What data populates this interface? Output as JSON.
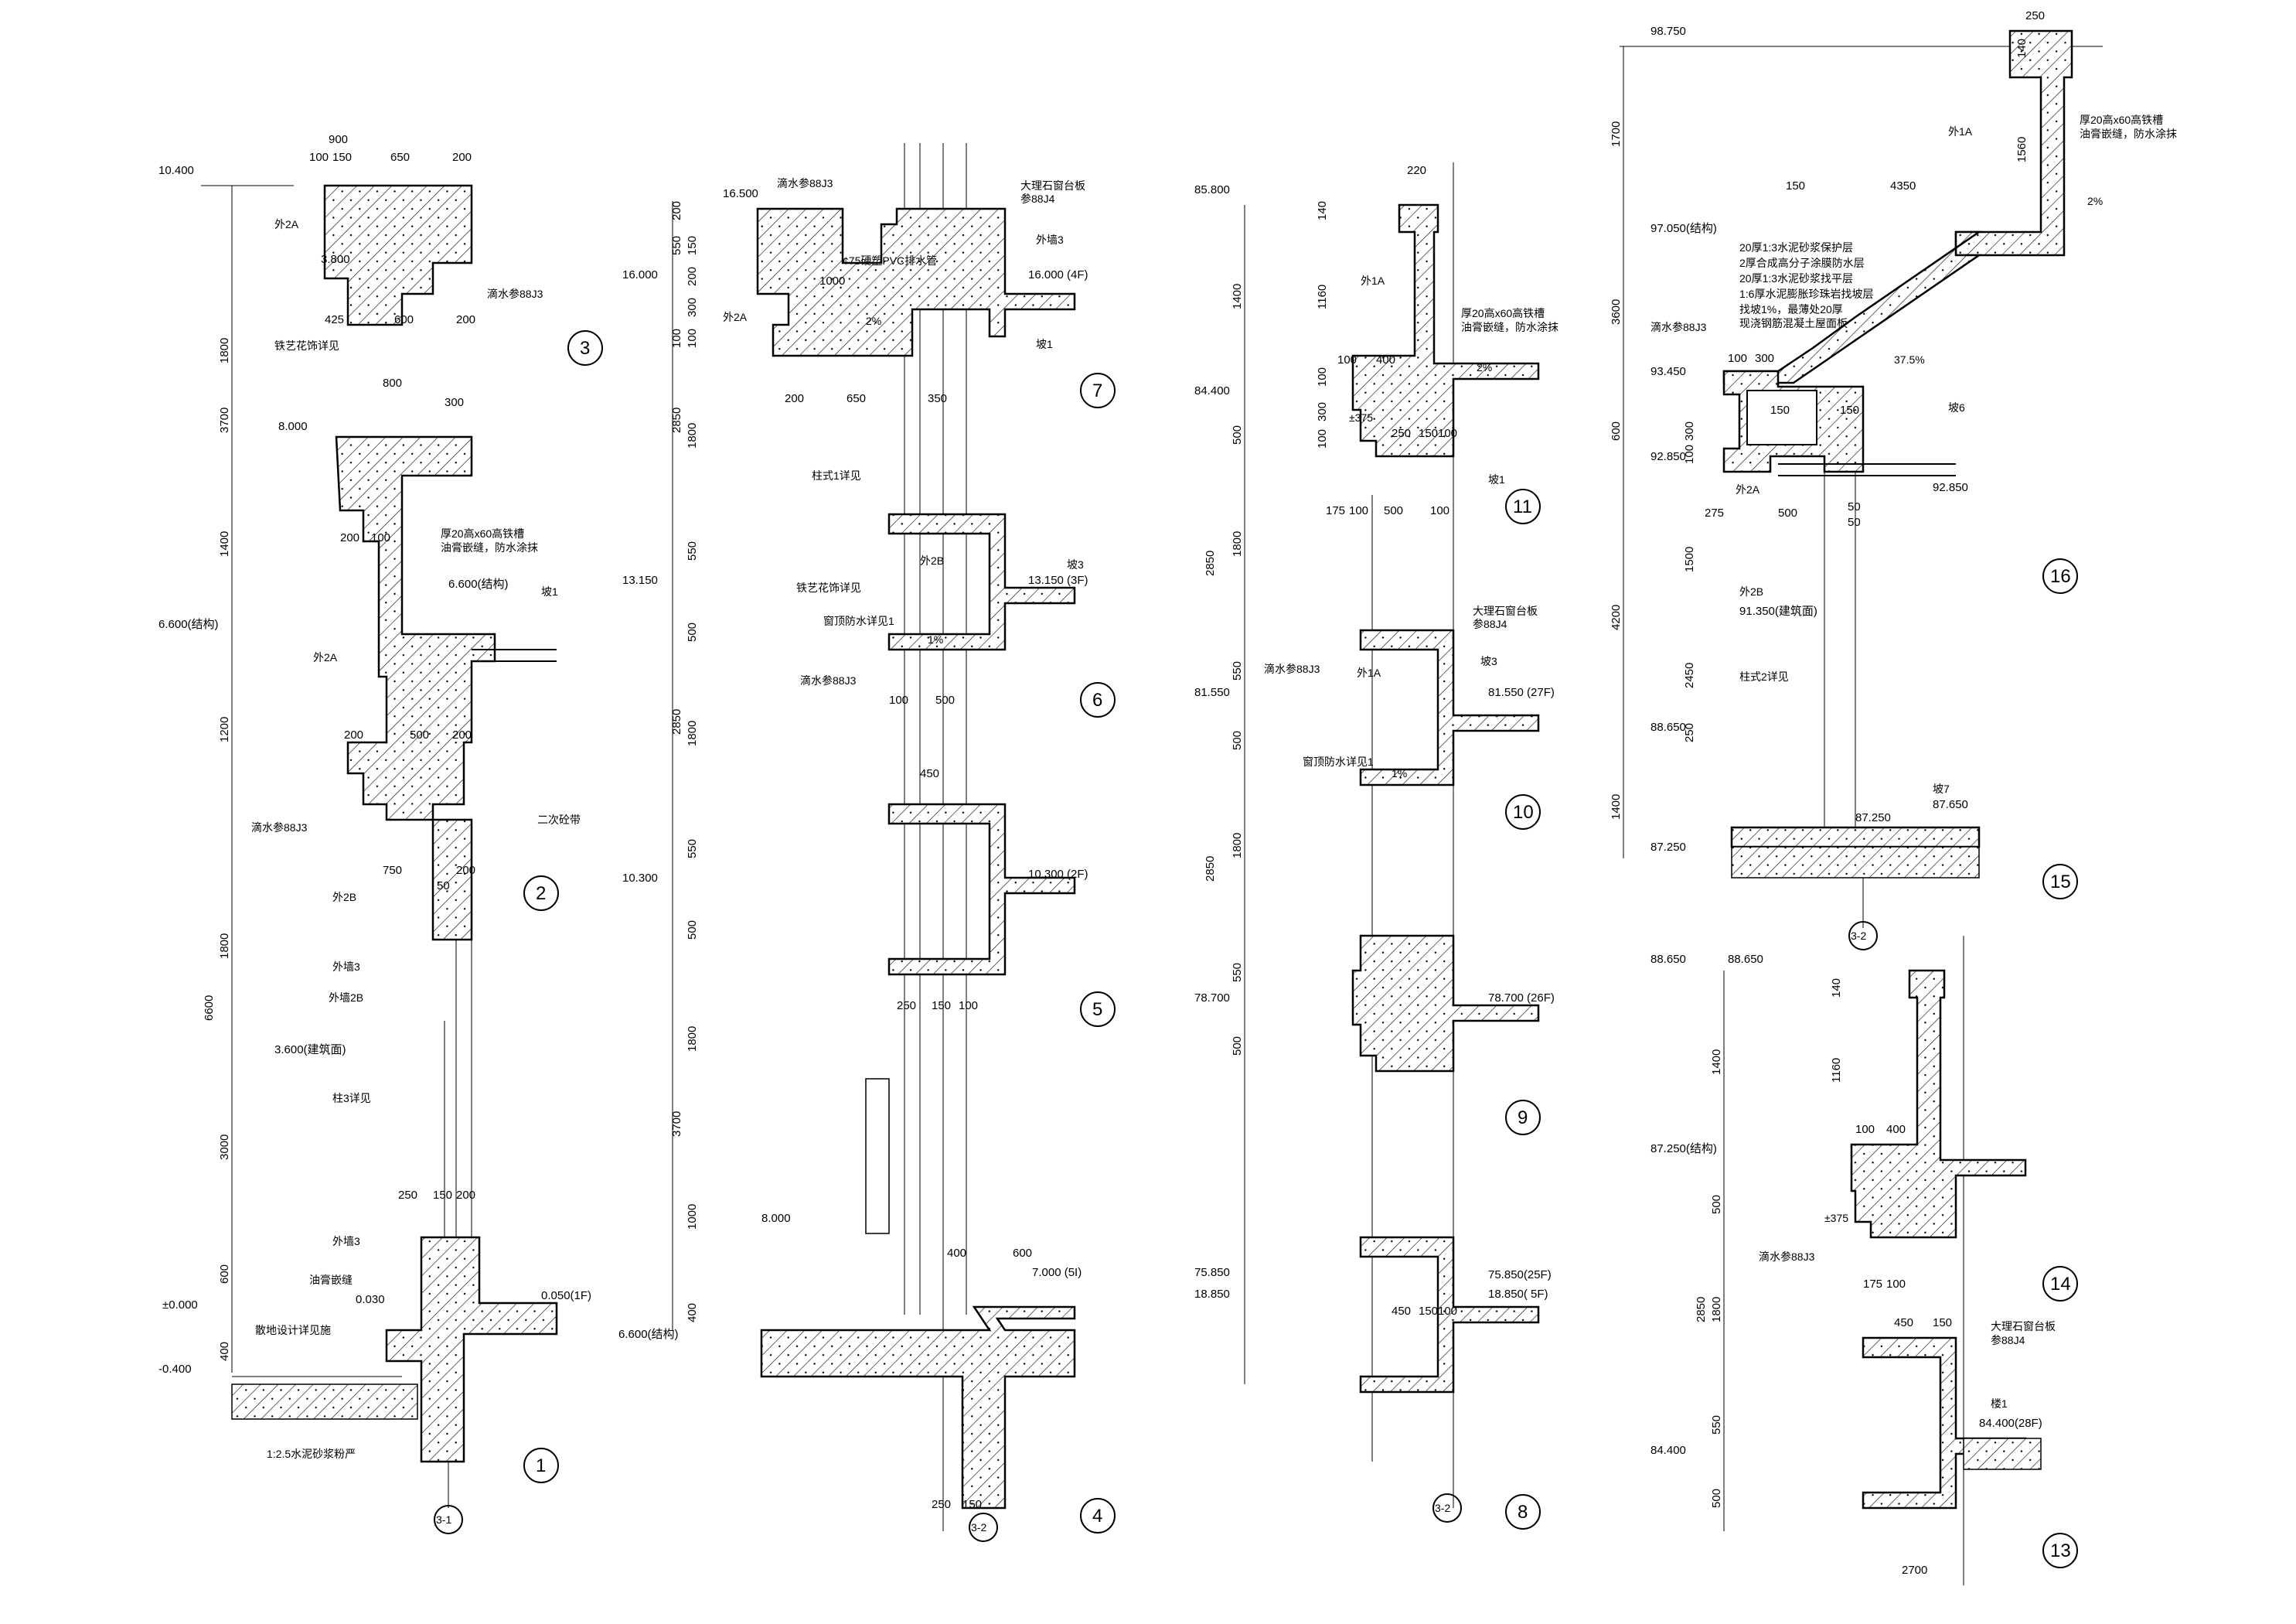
{
  "drawing": {
    "columns": [
      {
        "axis_tag": "3-1",
        "levels": [
          "10.400",
          "8.000",
          "6.600(结构)",
          "3.600(建筑面)",
          "±0.000",
          "-0.400",
          "0.030",
          "0.050(1F)",
          "3.800",
          "6.600(结构)"
        ],
        "dims_vertical": [
          "3700",
          "1800",
          "1400",
          "1200",
          "6600",
          "1800",
          "3000",
          "600",
          "400",
          "200",
          "100",
          "300",
          "400",
          "200",
          "200",
          "100"
        ],
        "dims_horizontal": [
          "900",
          "100",
          "150",
          "650",
          "200",
          "425",
          "600",
          "200",
          "800",
          "300",
          "200",
          "100",
          "200",
          "500",
          "200",
          "750",
          "50",
          "200",
          "250",
          "150",
          "200"
        ],
        "labels": [
          "外2A",
          "铁艺花饰详见",
          "外2A",
          "滴水参88J3",
          "外2B",
          "外墙3",
          "外墙2B",
          "外墙3",
          "柱3详见",
          "油膏嵌缝",
          "散地设计详见施",
          "1:2.5水泥砂浆粉严",
          "二次砼带",
          "厚20高x60高铁槽",
          "油膏嵌缝，防水涂抹",
          "坡1",
          "滴水参88J3"
        ],
        "details": [
          "3",
          "2",
          "1"
        ]
      },
      {
        "axis_tag": "3-2",
        "levels": [
          "16.500",
          "16.000",
          "13.150",
          "10.300",
          "8.000",
          "6.600(结构)",
          "16.000 (4F)",
          "13.150 (3F)",
          "10.300 (2F)",
          "7.000 (5I)"
        ],
        "dims_vertical": [
          "550",
          "200",
          "150",
          "200",
          "300",
          "100",
          "100",
          "2850",
          "1800",
          "550",
          "500",
          "2850",
          "1800",
          "550",
          "500",
          "3700",
          "1800",
          "1000",
          "400"
        ],
        "dims_horizontal": [
          "200",
          "650",
          "350",
          "1000",
          "450",
          "100",
          "500",
          "250",
          "150",
          "100",
          "400",
          "600",
          "250",
          "150"
        ],
        "labels": [
          "滴水参88J3",
          "大理石窗台板",
          "参88J4",
          "外墙3",
          "¢75硬塑PVC排水管",
          "2%",
          "外2A",
          "柱式1详见",
          "外2B",
          "铁艺花饰详见",
          "窗顶防水详见1",
          "1%",
          "滴水参88J3",
          "坡3",
          "坡1"
        ],
        "details": [
          "7",
          "6",
          "5",
          "4"
        ]
      },
      {
        "axis_tag": "3-2",
        "levels": [
          "85.800",
          "84.400",
          "81.550",
          "78.700",
          "75.850",
          "18.850",
          "81.550 (27F)",
          "78.700 (26F)",
          "75.850(25F)",
          "18.850( 5F)"
        ],
        "dims_vertical": [
          "140",
          "1400",
          "1160",
          "100",
          "300",
          "100",
          "500",
          "2850",
          "1800",
          "550",
          "500",
          "2850",
          "1800",
          "550",
          "500"
        ],
        "dims_horizontal": [
          "220",
          "100",
          "400",
          "250",
          "150",
          "100",
          "175",
          "100",
          "500",
          "100",
          "450",
          "150",
          "100"
        ],
        "labels": [
          "外1A",
          "厚20高x60高铁槽",
          "油膏嵌缝，防水涂抹",
          "2%",
          "±375",
          "大理石窗台板",
          "参88J4",
          "滴水参88J3",
          "外1A",
          "窗顶防水详见1",
          "1%",
          "坡3",
          "坡1"
        ],
        "details": [
          "11",
          "10",
          "9",
          "8"
        ]
      },
      {
        "axis_tag": "3-2",
        "levels": [
          "98.750",
          "97.050(结构)",
          "93.450",
          "92.850",
          "91.350(建筑面)",
          "88.650",
          "87.250",
          "87.650",
          "92.850",
          "87.250",
          "88.650",
          "88.650",
          "87.250(结构)",
          "84.400",
          "84.400(28F)"
        ],
        "dims_vertical": [
          "140",
          "1700",
          "1560",
          "3600",
          "600",
          "4200",
          "100",
          "300",
          "1500",
          "2450",
          "250",
          "1400",
          "140",
          "1400",
          "1160",
          "500",
          "2850",
          "1800",
          "550",
          "500"
        ],
        "dims_horizontal": [
          "250",
          "150",
          "4350",
          "100",
          "300",
          "150",
          "150",
          "275",
          "500",
          "50",
          "50",
          "100",
          "400",
          "175",
          "100",
          "450",
          "150",
          "2700"
        ],
        "labels": [
          "外1A",
          "厚20高x60高铁槽",
          "油膏嵌缝，防水涂抹",
          "2%",
          "20厚1:3水泥砂浆保护层",
          "2厚合成高分子涂膜防水层",
          "20厚1:3水泥砂浆找平层",
          "1:6厚水泥膨胀珍珠岩找坡层",
          "找坡1%，最薄处20厚",
          "现浇钢筋混凝土屋面板",
          "滴水参88J3",
          "外2A",
          "外2B",
          "柱式2详见",
          "坡6",
          "坡7",
          "37.5%",
          "±375",
          "大理石窗台板",
          "参88J4",
          "滴水参88J3",
          "楼1"
        ],
        "details": [
          "16",
          "15",
          "14",
          "13"
        ]
      }
    ]
  }
}
